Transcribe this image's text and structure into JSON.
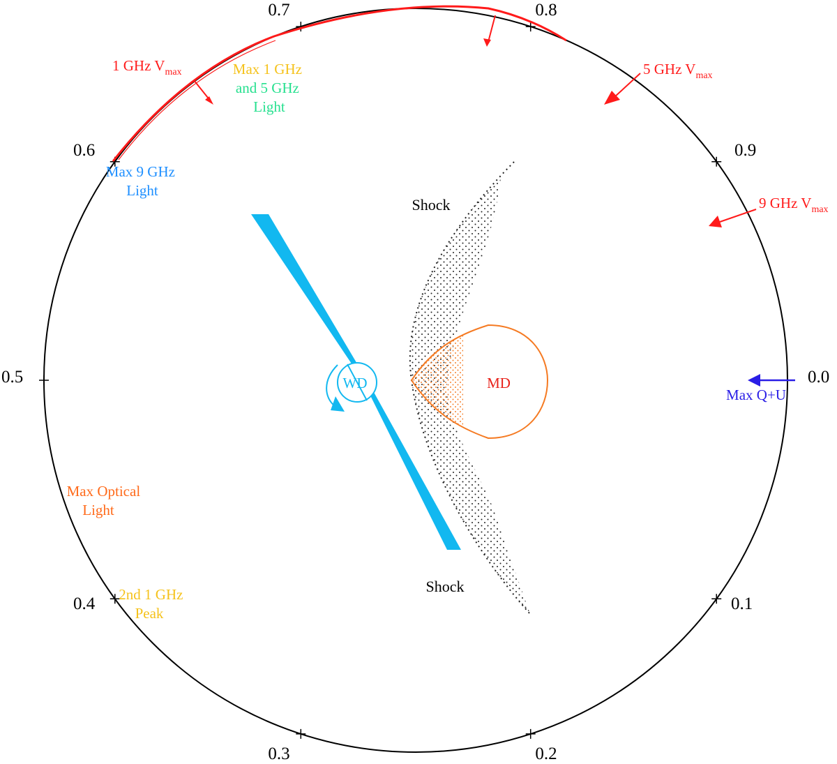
{
  "phase_ticks": [
    {
      "key": "p00",
      "label": "0.0"
    },
    {
      "key": "p01",
      "label": "0.1"
    },
    {
      "key": "p02",
      "label": "0.2"
    },
    {
      "key": "p03",
      "label": "0.3"
    },
    {
      "key": "p04",
      "label": "0.4"
    },
    {
      "key": "p05",
      "label": "0.5"
    },
    {
      "key": "p06",
      "label": "0.6"
    },
    {
      "key": "p07",
      "label": "0.7"
    },
    {
      "key": "p08",
      "label": "0.8"
    },
    {
      "key": "p09",
      "label": "0.9"
    }
  ],
  "labels": {
    "vmax_1ghz": {
      "main": "1 GHz V",
      "sub": "max"
    },
    "vmax_5ghz": {
      "main": "5 GHz V",
      "sub": "max"
    },
    "vmax_9ghz": {
      "main": "9 GHz V",
      "sub": "max"
    },
    "max_1_5ghz_light": [
      "Max 1 GHz",
      "and 5 GHz",
      "Light"
    ],
    "max_9ghz_light": [
      "Max 9 GHz",
      "Light"
    ],
    "max_optical_light": [
      "Max Optical",
      "Light"
    ],
    "second_1ghz_peak": [
      "2nd 1 GHz",
      "Peak"
    ],
    "max_qu": "Max Q+U",
    "shock_top": "Shock",
    "shock_bottom": "Shock",
    "white_dwarf": "WD",
    "m_dwarf": "MD"
  },
  "colors": {
    "circle": "#000000",
    "vmax_red": "#ff1a1a",
    "label_orange": "#ff6a1a",
    "label_gold": "#f5c21b",
    "label_green": "#26e08f",
    "label_blue": "#1e8fff",
    "wd_cyan": "#12b8f0",
    "md_orange": "#f57a22",
    "md_text_red": "#e8221a",
    "qu_blue": "#2a1ee6",
    "shock_dots": "#222222"
  }
}
